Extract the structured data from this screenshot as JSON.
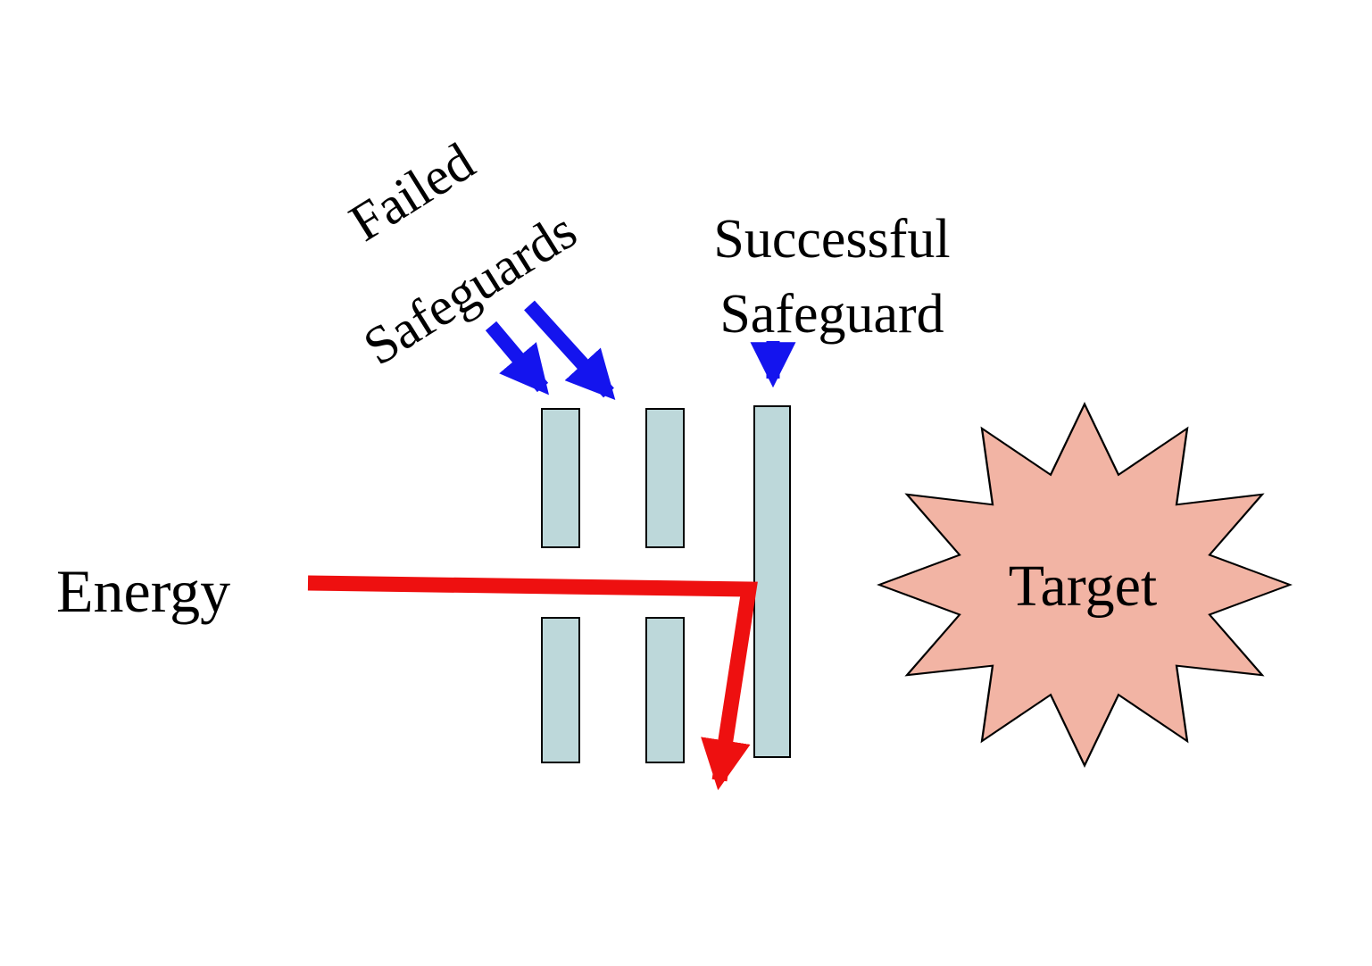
{
  "diagram": {
    "labels": {
      "failed_line1": "Failed",
      "failed_line2": "Safeguards",
      "successful_line1": "Successful",
      "successful_line2": "Safeguard",
      "energy": "Energy",
      "target": "Target"
    },
    "colors": {
      "background": "#ffffff",
      "text": "#000000",
      "barrier_fill": "#bdd8da",
      "barrier_stroke": "#000000",
      "safeguard_arrow_blue": "#1414ee",
      "energy_arrow_red": "#ee1010",
      "target_burst_fill": "#f2b4a4",
      "target_burst_stroke": "#000000"
    }
  }
}
